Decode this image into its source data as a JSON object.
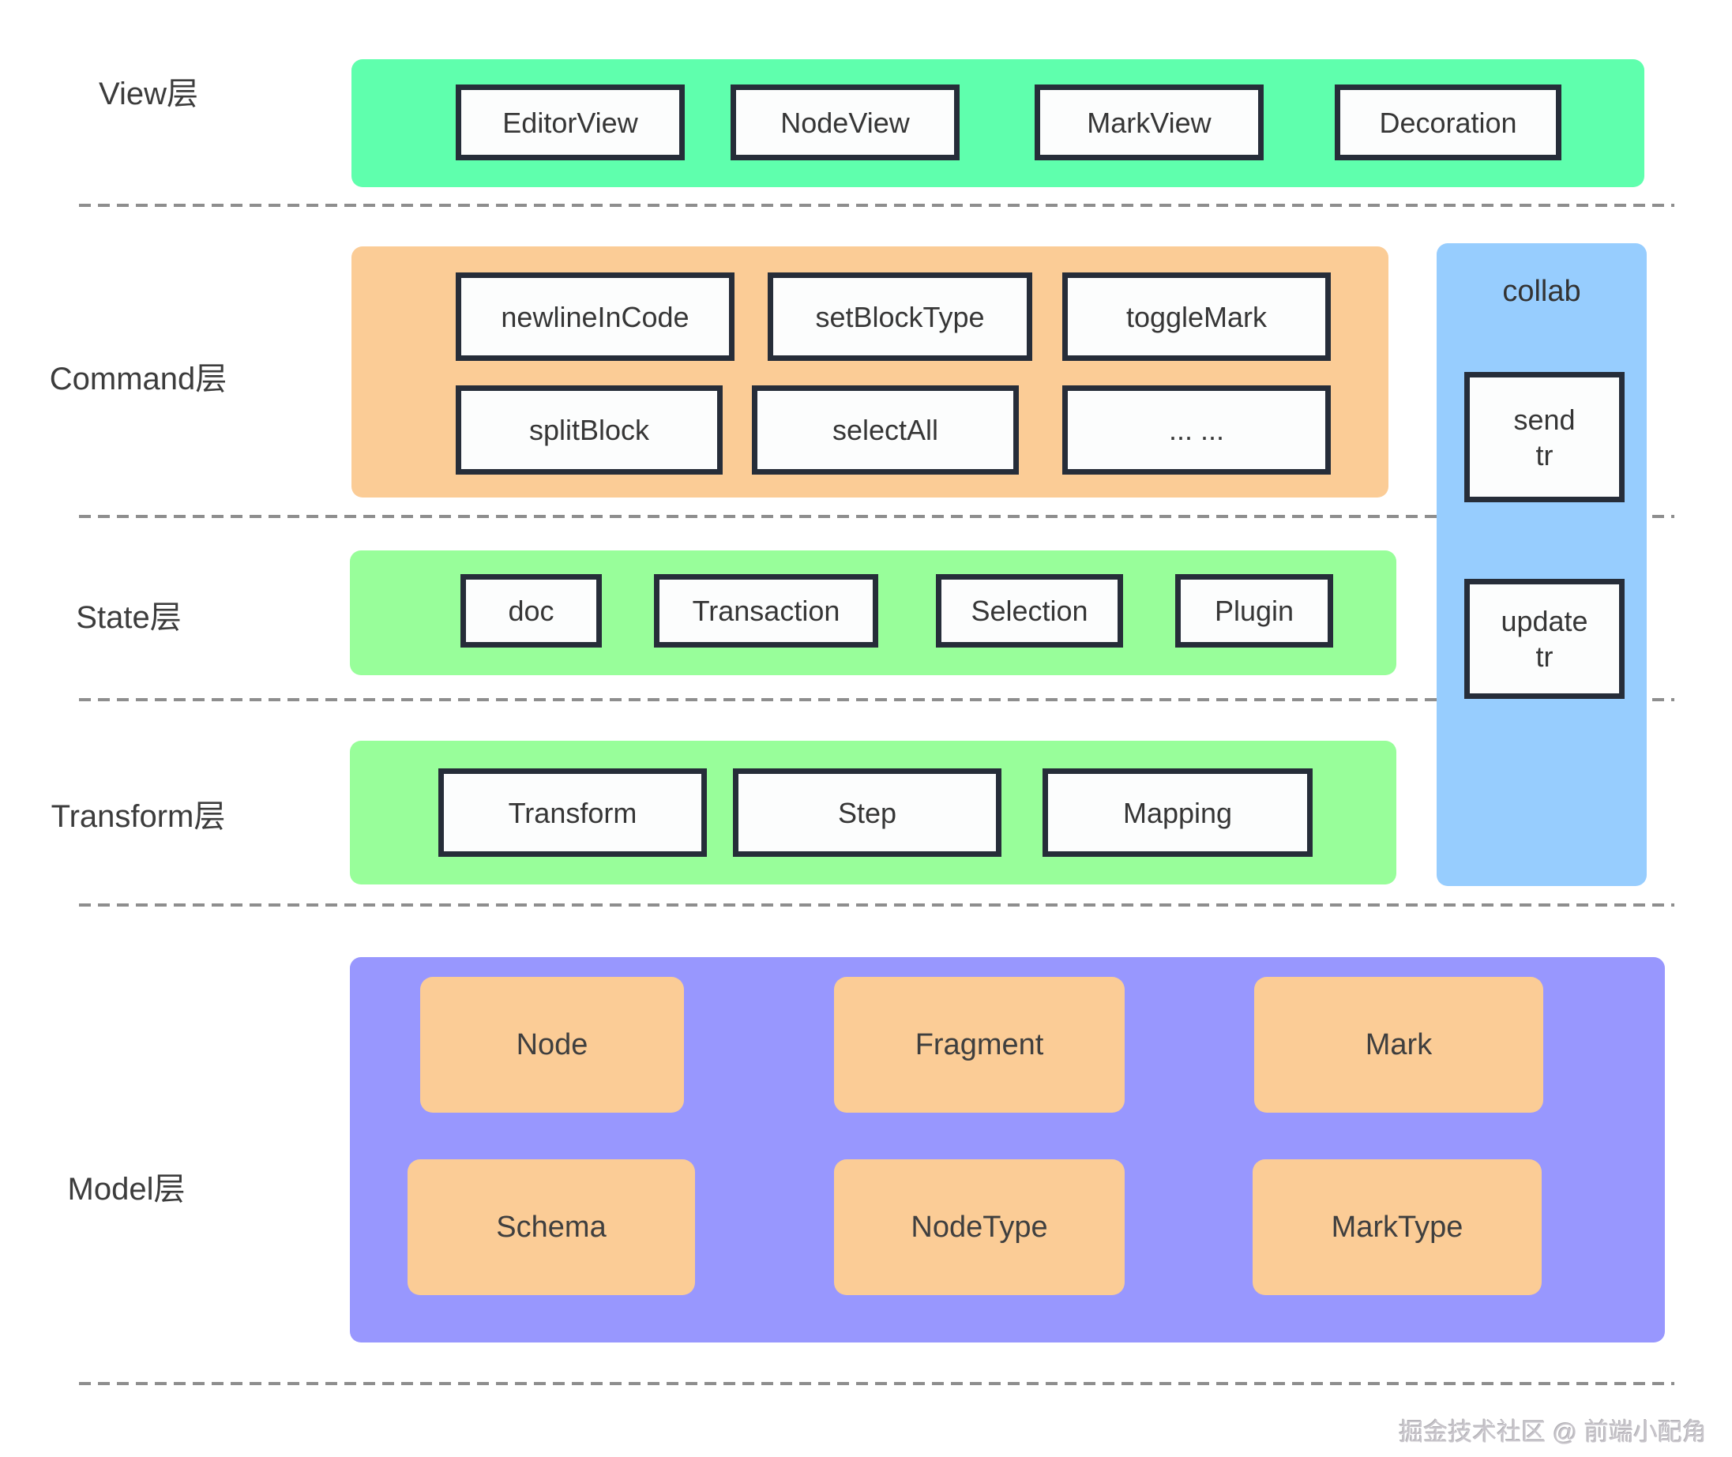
{
  "layers": [
    {
      "id": "view",
      "label": "View层",
      "boxes": [
        "EditorView",
        "NodeView",
        "MarkView",
        "Decoration"
      ]
    },
    {
      "id": "command",
      "label": "Command层",
      "boxes": [
        "newlineInCode",
        "setBlockType",
        "toggleMark",
        "splitBlock",
        "selectAll",
        "... ..."
      ]
    },
    {
      "id": "state",
      "label": "State层",
      "boxes": [
        "doc",
        "Transaction",
        "Selection",
        "Plugin"
      ]
    },
    {
      "id": "transform",
      "label": "Transform层",
      "boxes": [
        "Transform",
        "Step",
        "Mapping"
      ]
    },
    {
      "id": "model",
      "label": "Model层",
      "boxes": [
        "Node",
        "Fragment",
        "Mark",
        "Schema",
        "NodeType",
        "MarkType"
      ]
    }
  ],
  "collab": {
    "label": "collab",
    "boxes": [
      "send\ntr",
      "update\ntr"
    ]
  },
  "watermark": "掘金技术社区 @ 前端小配角",
  "colors": {
    "view_band": "#5fffad",
    "command_band": "#fbcc96",
    "state_band": "#98fe9a",
    "transform_band": "#98fe9a",
    "model_band": "#9897fe",
    "model_box": "#fbcc96",
    "collab_band": "#97cdfe",
    "box_border": "#262d39",
    "box_background": "#fcfdfd",
    "dash_line": "#8e8e8e",
    "label_text": "#3c3c3c",
    "watermark_text": "#c8c5cb"
  }
}
